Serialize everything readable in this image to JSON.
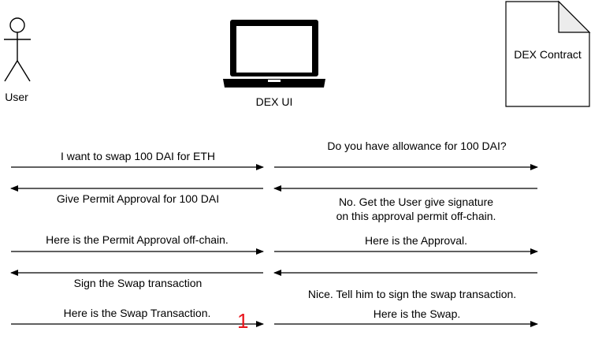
{
  "actors": {
    "user": "User",
    "dex_ui": "DEX UI",
    "dex_contract": "DEX Contract"
  },
  "messages": [
    {
      "text": "I want to swap 100 DAI for ETH",
      "direction": "right",
      "lane": "user-ui"
    },
    {
      "text": "Do you have allowance  for 100 DAI?",
      "direction": "right",
      "lane": "ui-contract"
    },
    {
      "text": "Give Permit Approval for 100 DAI",
      "direction": "left",
      "lane": "user-ui"
    },
    {
      "text": "No. Get the User give signature",
      "text2": "on this approval permit off-chain.",
      "direction": "left",
      "lane": "ui-contract"
    },
    {
      "text": "Here is the Permit Approval off-chain.",
      "direction": "right",
      "lane": "user-ui"
    },
    {
      "text": "Here is the Approval.",
      "direction": "right",
      "lane": "ui-contract"
    },
    {
      "text": "Sign the Swap transaction",
      "direction": "left",
      "lane": "user-ui"
    },
    {
      "text": "Nice. Tell him to sign the swap transaction.",
      "direction": "left",
      "lane": "ui-contract"
    },
    {
      "text": "Here is the Swap Transaction.",
      "direction": "right",
      "lane": "user-ui"
    },
    {
      "text": "Here is the Swap.",
      "direction": "right",
      "lane": "ui-contract"
    }
  ],
  "annotation": "1",
  "colors": {
    "line": "#000000",
    "annotation": "#e8141b"
  }
}
